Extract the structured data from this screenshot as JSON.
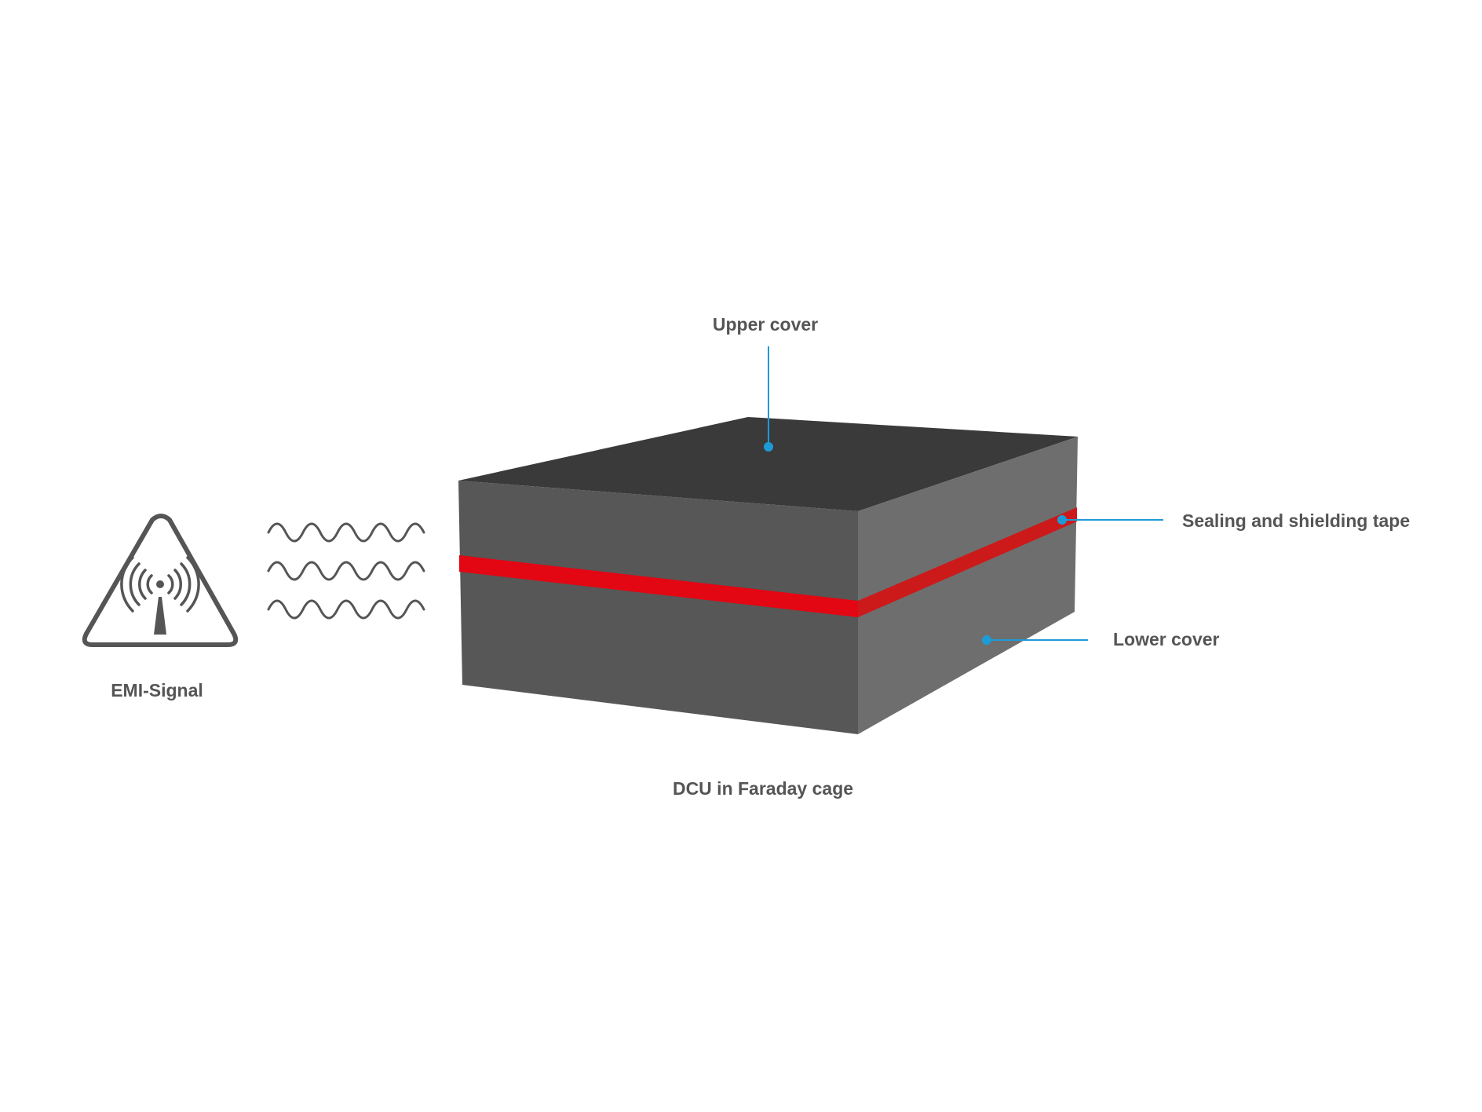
{
  "labels": {
    "upper_cover": "Upper cover",
    "sealing_tape": "Sealing and shielding tape",
    "lower_cover": "Lower cover",
    "dcu": "DCU in Faraday cage",
    "emi_signal": "EMI-Signal"
  },
  "colors": {
    "background": "#ffffff",
    "top_face": "#3a3a3a",
    "front_face": "#575757",
    "side_face": "#6e6e6e",
    "tape_front": "#e30613",
    "tape_side": "#cc1a1a",
    "leader_line": "#1d9bd7",
    "label_text": "#555555",
    "icon_stroke": "#555555"
  },
  "icons": {
    "emi_warning": "radio-tower-warning-icon",
    "waves": "wave-lines-icon"
  }
}
